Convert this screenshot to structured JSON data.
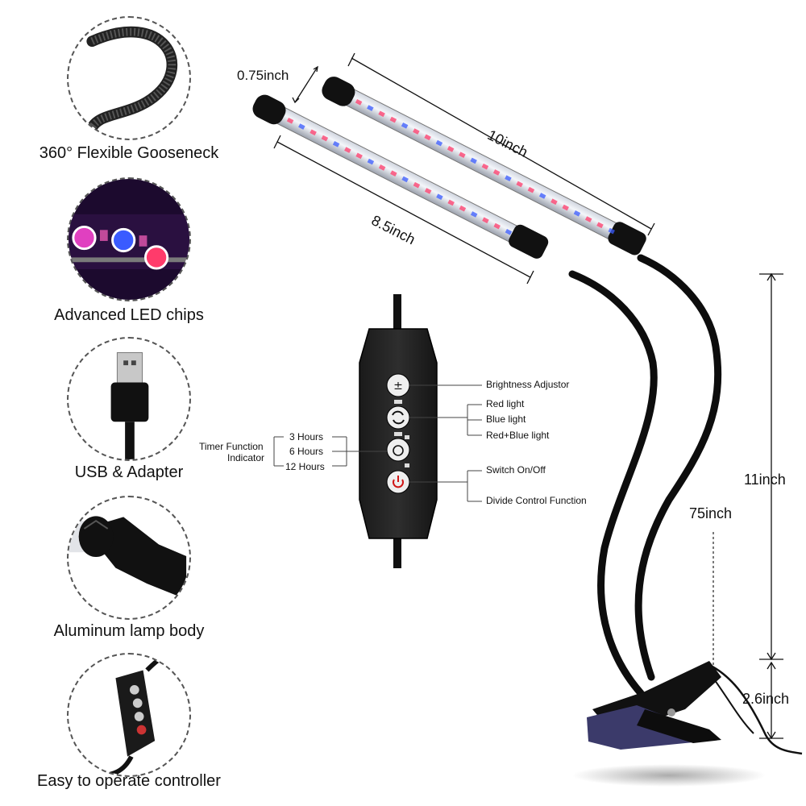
{
  "features": [
    {
      "id": "gooseneck",
      "label": "360°  Flexible Gooseneck"
    },
    {
      "id": "led",
      "label": "Advanced LED chips"
    },
    {
      "id": "usb",
      "label": "USB & Adapter"
    },
    {
      "id": "aluminum",
      "label": "Aluminum lamp body"
    },
    {
      "id": "controller",
      "label": "Easy to operate controller"
    }
  ],
  "dimensions": {
    "tube_diameter": "0.75inch",
    "long_tube": "10inch",
    "short_tube": "8.5inch",
    "gooseneck_height": "11inch",
    "cable_length": "75inch",
    "clip_height": "2.6inch"
  },
  "controller": {
    "right_labels": {
      "brightness": "Brightness Adjustor",
      "red": "Red light",
      "blue": "Blue light",
      "redblue": "Red+Blue light",
      "switch": "Switch On/Off",
      "divide": "Divide Control Function"
    },
    "timer_title_line1": "Timer Function",
    "timer_title_line2": "Indicator",
    "timer_options": [
      "3 Hours",
      "6 Hours",
      "12 Hours"
    ]
  },
  "colors": {
    "led_red": "#ff3b6b",
    "led_blue": "#3a5bff",
    "led_purple": "#e040c0",
    "body_black": "#111111",
    "clip_purple": "#3b3a6a"
  }
}
